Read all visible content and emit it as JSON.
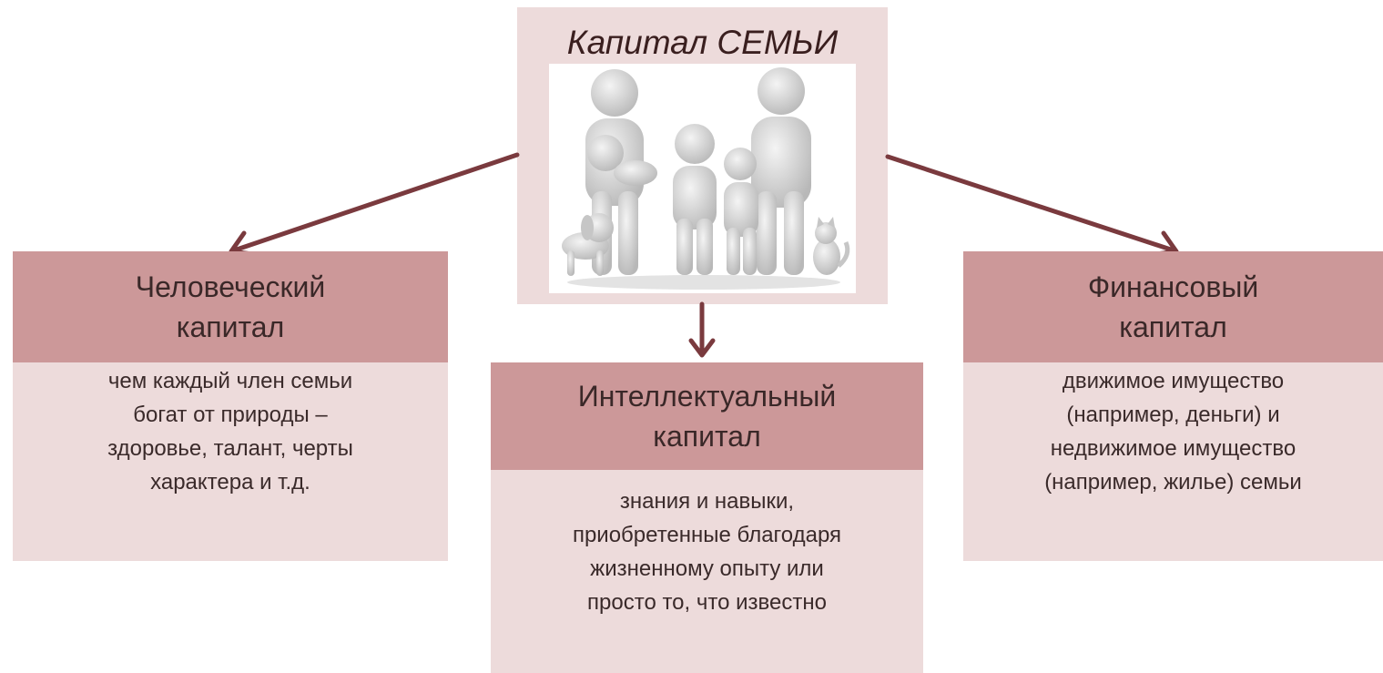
{
  "colors": {
    "accent_header": "#cc9899",
    "panel_background": "#eddbdb",
    "arrow": "#7a3a3e",
    "title_text": "#3a1f1f"
  },
  "center": {
    "title": "Капитал СЕМЬИ",
    "image_icon": "family-figures-icon"
  },
  "cards": {
    "human": {
      "title_line1": "Человеческий",
      "title_line2": "капитал",
      "lines": [
        "чем каждый член семьи",
        "богат от природы –",
        "здоровье, талант, черты",
        "характера и т.д."
      ]
    },
    "intellectual": {
      "title_line1": "Интеллектуальный",
      "title_line2": "капитал",
      "lines": [
        "знания и навыки,",
        "приобретенные  благодаря",
        "жизненному опыту или",
        "просто то, что известно"
      ]
    },
    "financial": {
      "title_line1": "Финансовый",
      "title_line2": "капитал",
      "lines": [
        "движимое имущество",
        "(например,  деньги) и",
        "недвижимое имущество",
        "(например,  жилье) семьи"
      ]
    }
  }
}
